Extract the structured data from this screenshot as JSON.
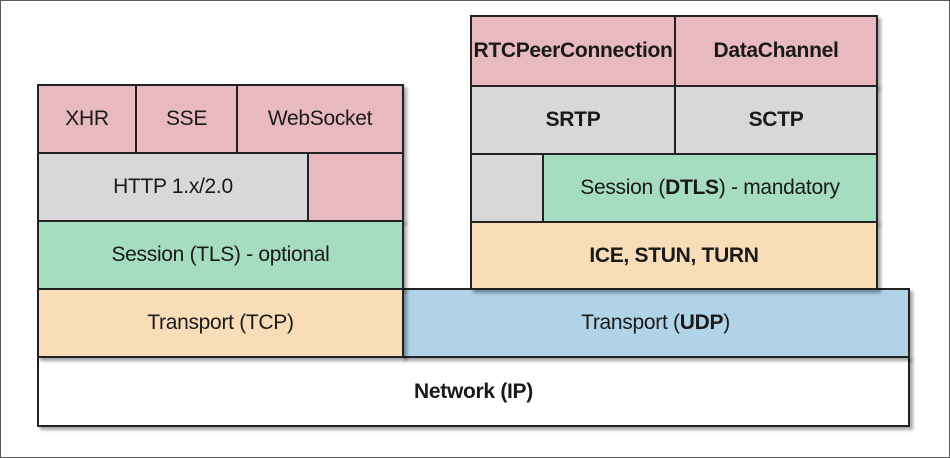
{
  "left_stack": {
    "xhr": "XHR",
    "sse": "SSE",
    "websocket": "WebSocket",
    "http": "HTTP 1.x/2.0",
    "tls_prefix": "Session (TLS) - optional",
    "tcp": "Transport (TCP)"
  },
  "right_stack": {
    "rtcpeerconnection": "RTCPeerConnection",
    "datachannel": "DataChannel",
    "srtp": "SRTP",
    "sctp": "SCTP",
    "dtls_before": "Session (",
    "dtls_bold": "DTLS",
    "dtls_after": ") - mandatory",
    "ice": "ICE, STUN, TURN",
    "udp_before": "Transport (",
    "udp_bold": "UDP",
    "udp_after": ")"
  },
  "network": {
    "before": "Network (",
    "bold": "IP",
    "after": ")"
  },
  "colors": {
    "application": "#e8b9bf",
    "protocol": "#d8d8d8",
    "session": "#a6dcc0",
    "transport_tcp": "#f9ddb8",
    "transport_udp": "#b0d3e8",
    "network": "#ffffff"
  }
}
